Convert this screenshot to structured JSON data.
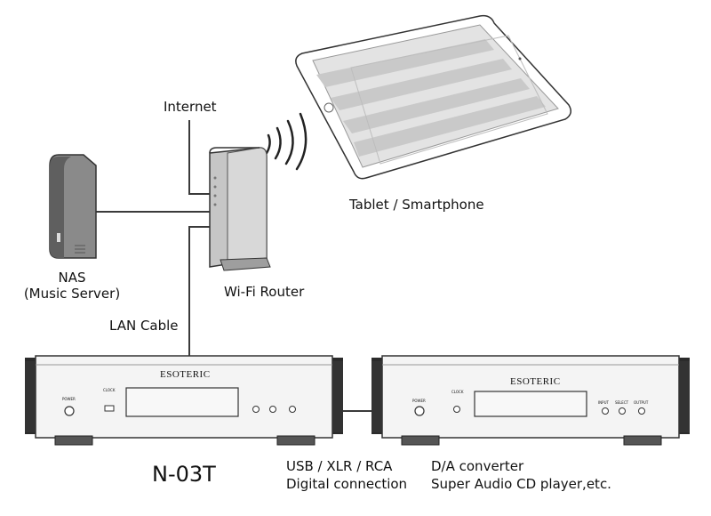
{
  "labels": {
    "internet": "Internet",
    "tablet": "Tablet / Smartphone",
    "nas_line1": "NAS",
    "nas_line2": "(Music Server)",
    "router": "Wi-Fi Router",
    "lan_cable": "LAN Cable",
    "n03t": "N-03T",
    "digital_line1": "USB / XLR / RCA",
    "digital_line2": "Digital connection",
    "dac_line1": "D/A converter",
    "dac_line2": "Super Audio CD player,etc."
  },
  "devices": {
    "left_brand": "ESOTERIC",
    "right_brand": "ESOTERIC",
    "left_power": "POWER",
    "left_clock": "CLOCK",
    "right_power": "POWER",
    "right_clock": "CLOCK",
    "right_input": "INPUT",
    "right_select": "SELECT",
    "right_output": "OUTPUT"
  },
  "colors": {
    "line": "#3a3a3a",
    "device_body": "#f4f4f4",
    "device_edge": "#2b2b2b",
    "router_body": "#cfcfcf",
    "nas_body": "#8a8a8a",
    "tablet_screen": "#d9d9d9"
  }
}
